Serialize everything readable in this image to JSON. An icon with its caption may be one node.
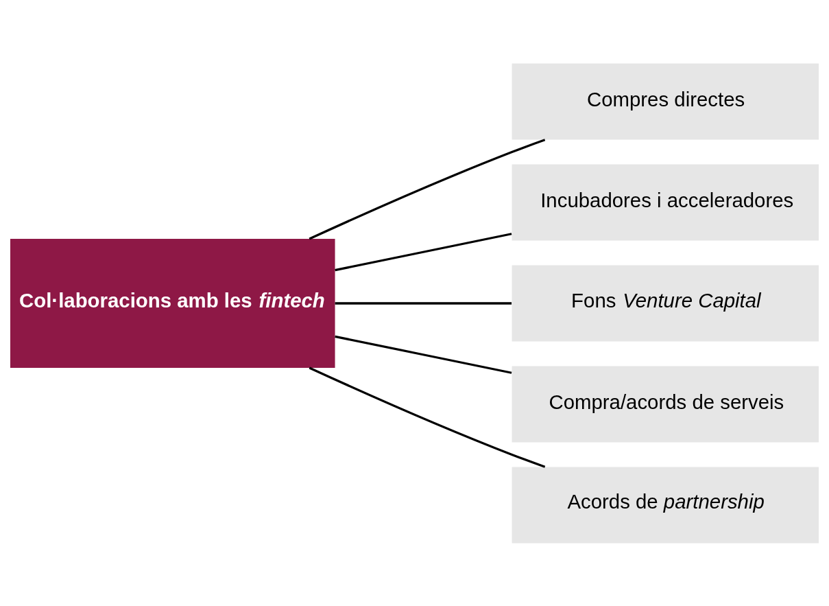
{
  "diagram": {
    "nodes": [
      {
        "text": [
          "Col·laboracions amb les *fintech*"
        ]
      },
      {
        "text": [
          "Compres directes"
        ]
      },
      {
        "text": [
          "Incubadores i acceleradores"
        ]
      },
      {
        "text": [
          "Fons *Venture Capital*"
        ]
      },
      {
        "text": [
          "Compra/acords de serveis"
        ]
      },
      {
        "text": [
          "Acords de *partnership*"
        ]
      }
    ],
    "edges": [
      {
        "from": 0,
        "to": 1,
        "arrow": "none"
      },
      {
        "from": 0,
        "to": 2,
        "arrow": "none"
      },
      {
        "from": 0,
        "to": 3,
        "arrow": "none"
      },
      {
        "from": 0,
        "to": 4,
        "arrow": "none"
      },
      {
        "from": 0,
        "to": 5,
        "arrow": "none"
      }
    ]
  }
}
